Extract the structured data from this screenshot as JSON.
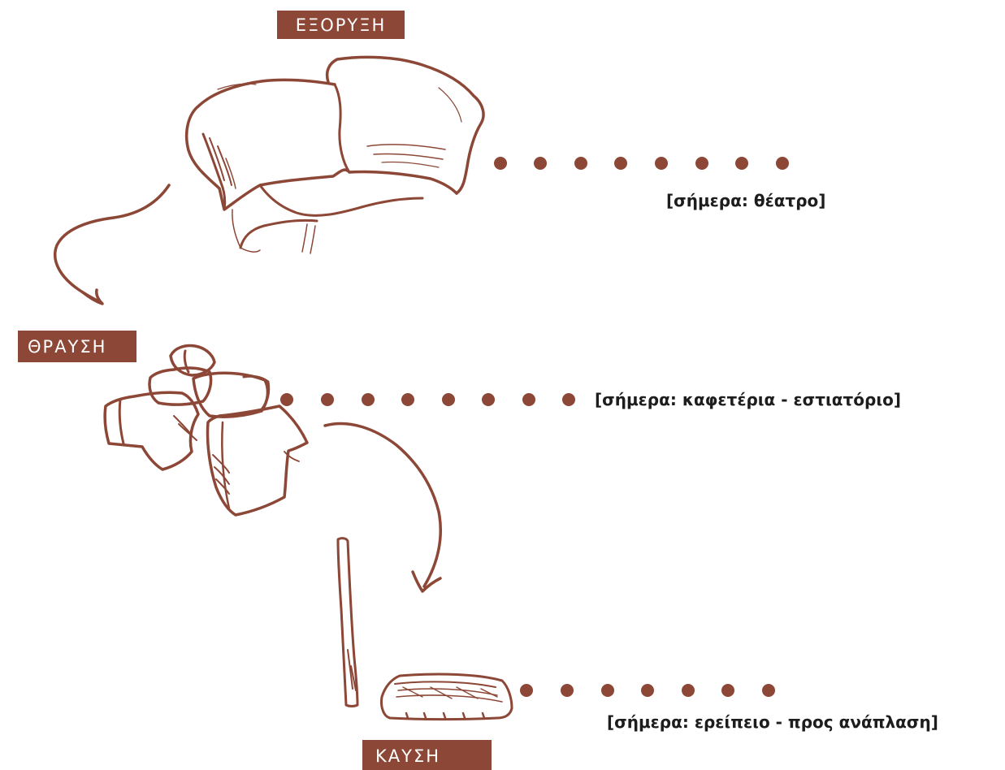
{
  "stages": [
    {
      "label": "ΕΞΟΡΥΞΗ",
      "note": "[σήμερα: θέατρο]"
    },
    {
      "label": "ΘΡΑΥΣΗ",
      "note": "[σήμερα: καφετέρια - εστιατόριο]"
    },
    {
      "label": "ΚΑΥΣΗ",
      "note": "[σήμερα: ερείπειο - προς ανάπλαση]"
    }
  ],
  "colors": {
    "accent": "#8c4736",
    "text": "#1d1d1d",
    "background": "#ffffff"
  }
}
